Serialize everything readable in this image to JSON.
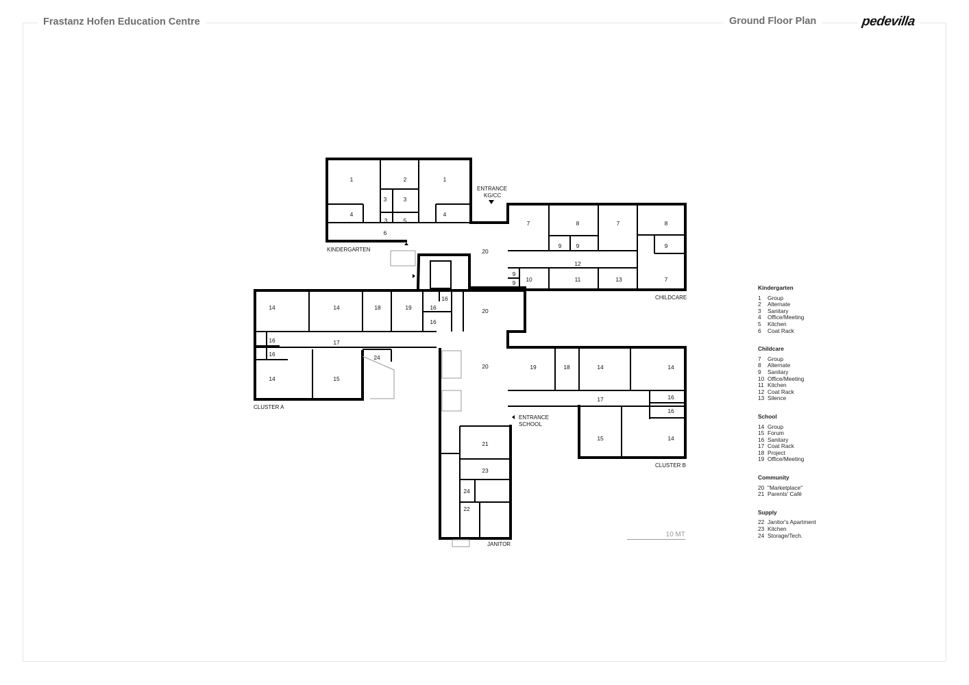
{
  "header": {
    "project_title": "Frastanz Hofen Education Centre",
    "plan_title": "Ground Floor Plan",
    "logo_text": "pedevilla"
  },
  "plan": {
    "zone_labels": {
      "kindergarten": "KINDERGARTEN",
      "childcare": "CHILDCARE",
      "cluster_a": "CLUSTER A",
      "cluster_b": "CLUSTER B",
      "janitor": "JANITOR",
      "entrance_kgcc_1": "ENTRANCE",
      "entrance_kgcc_2": "KG/CC",
      "entrance_school_1": "ENTRANCE",
      "entrance_school_2": "SCHOOL"
    },
    "room_numbers": [
      "1",
      "2",
      "1",
      "3",
      "3",
      "3",
      "5",
      "4",
      "4",
      "6",
      "20",
      "7",
      "8",
      "7",
      "8",
      "9",
      "9",
      "9",
      "12",
      "9",
      "9",
      "10",
      "11",
      "13",
      "7",
      "20",
      "14",
      "14",
      "18",
      "19",
      "16",
      "16",
      "16",
      "16",
      "16",
      "17",
      "24",
      "14",
      "15",
      "20",
      "19",
      "18",
      "14",
      "14",
      "17",
      "16",
      "16",
      "15",
      "14",
      "21",
      "23",
      "24",
      "22"
    ]
  },
  "scale_label": "10 MT",
  "legend": [
    {
      "title": "Kindergarten",
      "items": [
        [
          "1",
          "Group"
        ],
        [
          "2",
          "Alternate"
        ],
        [
          "3",
          "Sanitary"
        ],
        [
          "4",
          "Office/Meeting"
        ],
        [
          "5",
          "Kitchen"
        ],
        [
          "6",
          "Coat Rack"
        ]
      ]
    },
    {
      "title": "Childcare",
      "items": [
        [
          "7",
          "Group"
        ],
        [
          "8",
          "Alternate"
        ],
        [
          "9",
          "Sanitary"
        ],
        [
          "10",
          "Office/Meeting"
        ],
        [
          "11",
          "Kitchen"
        ],
        [
          "12",
          "Coat Rack"
        ],
        [
          "13",
          "Silence"
        ]
      ]
    },
    {
      "title": "School",
      "items": [
        [
          "14",
          "Group"
        ],
        [
          "15",
          "Forum"
        ],
        [
          "16",
          "Sanitary"
        ],
        [
          "17",
          "Coat Rack"
        ],
        [
          "18",
          "Project"
        ],
        [
          "19",
          "Office/Meeting"
        ]
      ]
    },
    {
      "title": "Community",
      "items": [
        [
          "20",
          "\"Marketplace\""
        ],
        [
          "21",
          "Parents' Café"
        ]
      ]
    },
    {
      "title": "Supply",
      "items": [
        [
          "22",
          "Janitor's Apartment"
        ],
        [
          "23",
          "Kitchen"
        ],
        [
          "24",
          "Storage/Tech."
        ]
      ]
    }
  ]
}
